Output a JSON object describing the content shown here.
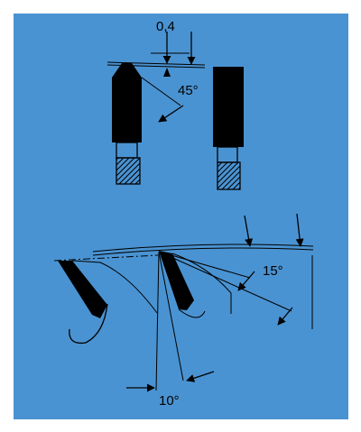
{
  "colors": {
    "panel": "#4a93d2",
    "ink": "#000000"
  },
  "labels": {
    "gap": "0,4",
    "bevel_angle": "45°",
    "rake_angle": "15°",
    "clearance_angle": "10°"
  }
}
